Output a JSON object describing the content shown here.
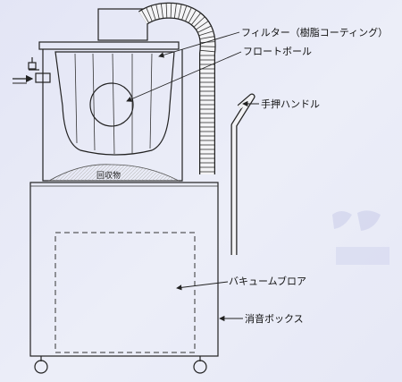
{
  "labels": {
    "filter": "フィルター（樹脂コーティング）",
    "float_ball": "フロートボール",
    "handle": "手押ハンドル",
    "vacuum_blower": "バキュームブロア",
    "silencer_box": "消音ボックス",
    "collected": "回収物"
  },
  "colors": {
    "background": "#e6e8f6",
    "line": "#222222",
    "watermark": "#c9ccea"
  }
}
